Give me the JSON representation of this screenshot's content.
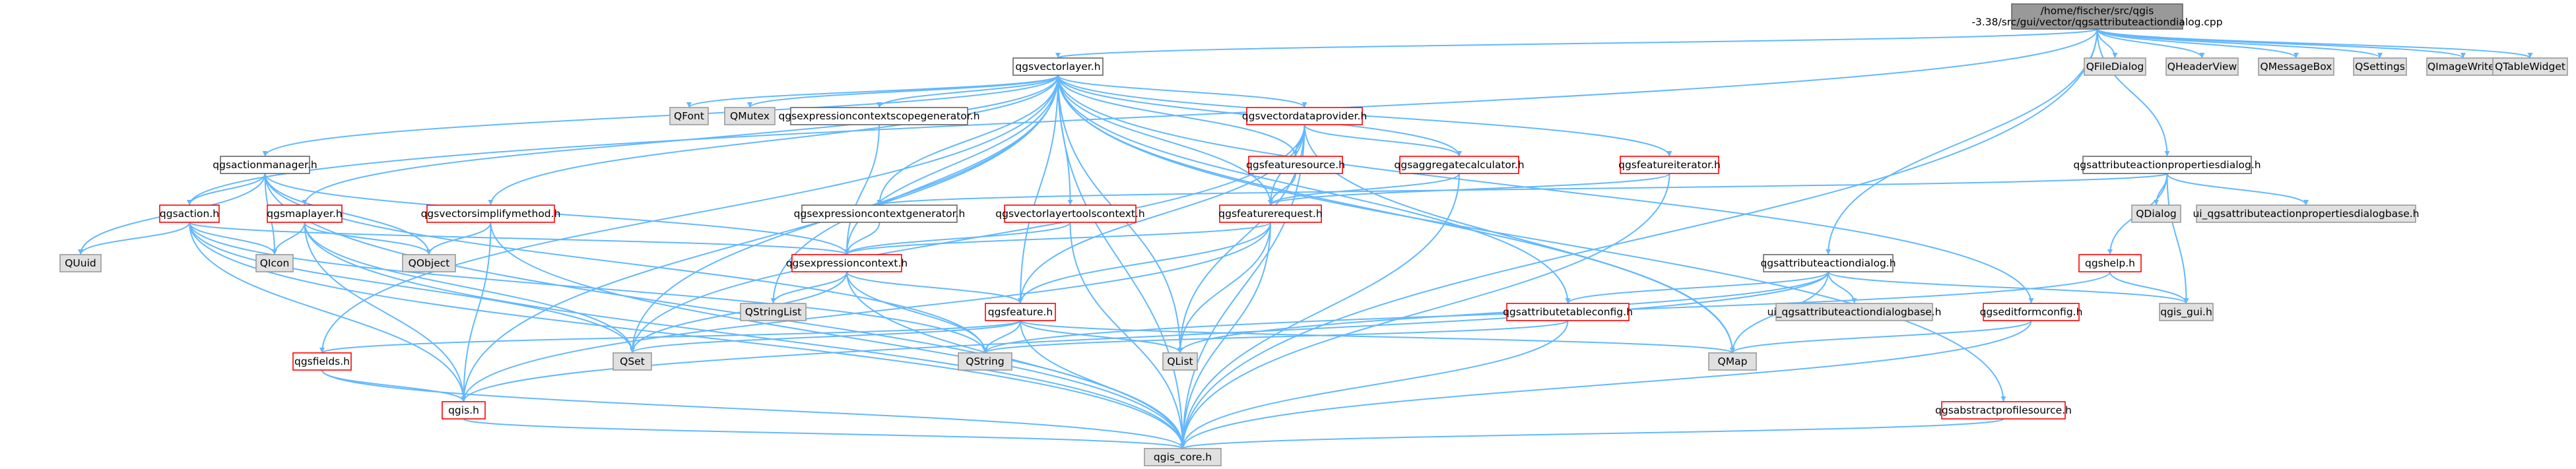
{
  "colors": {
    "edge": "#63b8ff",
    "root_fill": "#999999",
    "system_fill": "#e0e0e0",
    "system_stroke": "#999999",
    "incomplete_stroke": "#ff0000",
    "normal_stroke": "#666666"
  },
  "nodes": [
    {
      "id": "root",
      "label": "/home/fischer/src/qgis\n-3.38/src/gui/vector/qgsattributeactiondialog.cpp",
      "kind": "root"
    },
    {
      "id": "QFileDialog",
      "label": "QFileDialog",
      "kind": "system"
    },
    {
      "id": "QHeaderView",
      "label": "QHeaderView",
      "kind": "system"
    },
    {
      "id": "QMessageBox",
      "label": "QMessageBox",
      "kind": "system"
    },
    {
      "id": "QSettings",
      "label": "QSettings",
      "kind": "system"
    },
    {
      "id": "QImageWriter",
      "label": "QImageWriter",
      "kind": "system"
    },
    {
      "id": "QTableWidget",
      "label": "QTableWidget",
      "kind": "system"
    },
    {
      "id": "qgsvectorlayer",
      "label": "qgsvectorlayer.h",
      "kind": "normal"
    },
    {
      "id": "QFont",
      "label": "QFont",
      "kind": "system"
    },
    {
      "id": "QMutex",
      "label": "QMutex",
      "kind": "system"
    },
    {
      "id": "scopegen",
      "label": "qgsexpressioncontextscopegenerator.h",
      "kind": "normal"
    },
    {
      "id": "dataprovider",
      "label": "qgsvectordataprovider.h",
      "kind": "incomplete"
    },
    {
      "id": "actionmanager",
      "label": "qgsactionmanager.h",
      "kind": "normal"
    },
    {
      "id": "featuresource",
      "label": "qgsfeaturesource.h",
      "kind": "incomplete"
    },
    {
      "id": "aggcalc",
      "label": "qgsaggregatecalculator.h",
      "kind": "incomplete"
    },
    {
      "id": "featureiterator",
      "label": "qgsfeatureiterator.h",
      "kind": "incomplete"
    },
    {
      "id": "attrprops",
      "label": "qgsattributeactionpropertiesdialog.h",
      "kind": "normal"
    },
    {
      "id": "action",
      "label": "qgsaction.h",
      "kind": "incomplete"
    },
    {
      "id": "maplayer",
      "label": "qgsmaplayer.h",
      "kind": "incomplete"
    },
    {
      "id": "simplify",
      "label": "qgsvectorsimplifymethod.h",
      "kind": "incomplete"
    },
    {
      "id": "ctxgen",
      "label": "qgsexpressioncontextgenerator.h",
      "kind": "normal"
    },
    {
      "id": "toolscontext",
      "label": "qgsvectorlayertoolscontext.h",
      "kind": "incomplete"
    },
    {
      "id": "featurerequest",
      "label": "qgsfeaturerequest.h",
      "kind": "incomplete"
    },
    {
      "id": "QDialog",
      "label": "QDialog",
      "kind": "system"
    },
    {
      "id": "uiprops",
      "label": "ui_qgsattributeactionpropertiesdialogbase.h",
      "kind": "system"
    },
    {
      "id": "QUuid",
      "label": "QUuid",
      "kind": "system"
    },
    {
      "id": "QIcon",
      "label": "QIcon",
      "kind": "system"
    },
    {
      "id": "QObject",
      "label": "QObject",
      "kind": "system"
    },
    {
      "id": "exprcontext",
      "label": "qgsexpressioncontext.h",
      "kind": "incomplete"
    },
    {
      "id": "attrdialog",
      "label": "qgsattributeactiondialog.h",
      "kind": "normal"
    },
    {
      "id": "qgshelp",
      "label": "qgshelp.h",
      "kind": "incomplete"
    },
    {
      "id": "QStringList",
      "label": "QStringList",
      "kind": "system"
    },
    {
      "id": "qgsfeature",
      "label": "qgsfeature.h",
      "kind": "incomplete"
    },
    {
      "id": "tableconfig",
      "label": "qgsattributetableconfig.h",
      "kind": "incomplete"
    },
    {
      "id": "uidialog",
      "label": "ui_qgsattributeactiondialogbase.h",
      "kind": "system"
    },
    {
      "id": "editform",
      "label": "qgseditformconfig.h",
      "kind": "incomplete"
    },
    {
      "id": "qgsgui",
      "label": "qgis_gui.h",
      "kind": "system"
    },
    {
      "id": "qgsfields",
      "label": "qgsfields.h",
      "kind": "incomplete"
    },
    {
      "id": "QSet",
      "label": "QSet",
      "kind": "system"
    },
    {
      "id": "QString",
      "label": "QString",
      "kind": "system"
    },
    {
      "id": "QList",
      "label": "QList",
      "kind": "system"
    },
    {
      "id": "QMap",
      "label": "QMap",
      "kind": "system"
    },
    {
      "id": "qgis",
      "label": "qgis.h",
      "kind": "incomplete"
    },
    {
      "id": "profile",
      "label": "qgsabstractprofilesource.h",
      "kind": "incomplete"
    },
    {
      "id": "qgscore",
      "label": "qgis_core.h",
      "kind": "system"
    }
  ]
}
